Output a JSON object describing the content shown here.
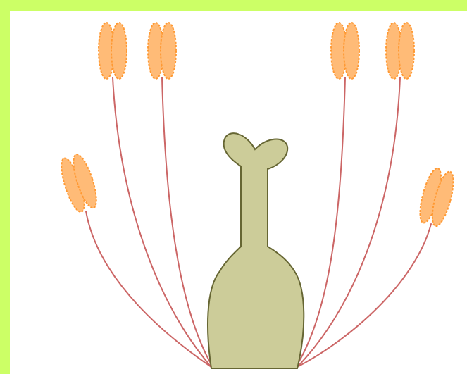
{
  "diagram": {
    "colors": {
      "frame": "#ccff66",
      "background": "#ffffff",
      "anther_fill": "#ffbb77",
      "anther_stroke": "#ff9933",
      "filament": "#cc6666",
      "pistil_fill": "#cccc99",
      "pistil_stroke": "#666633"
    },
    "parts": {
      "pistil": "pistil",
      "stamens": [
        "stamen",
        "stamen",
        "stamen",
        "stamen",
        "stamen",
        "stamen"
      ]
    }
  }
}
